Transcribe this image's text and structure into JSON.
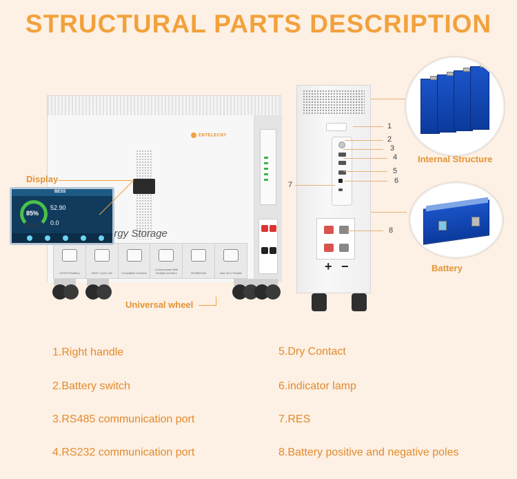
{
  "title": "STRUCTURAL PARTS DESCRIPTION",
  "brand_color": "#f2a13c",
  "product": {
    "logo_text": "ENTELECHY",
    "model_text": "ergy Storage",
    "features": [
      "LiFePO4 Battery",
      "6000+ Cycle Life",
      "Compatible Inverters",
      "Communicate With Multiple Inverters",
      "RS485/CAN",
      "Max 16 in Parallel"
    ]
  },
  "display_panel": {
    "header": "BESS",
    "soc": "85%",
    "voltage": "52.90",
    "current": "0.0"
  },
  "callouts": {
    "display": "Display",
    "universal_wheel": "Universal wheel",
    "internal_structure": "Internal Structure",
    "battery": "Battery"
  },
  "side_numbers": [
    "1",
    "2",
    "3",
    "4",
    "5",
    "6",
    "7",
    "8"
  ],
  "polarity": {
    "plus": "+",
    "minus": "−"
  },
  "parts": [
    {
      "label": "1.Right handle"
    },
    {
      "label": "2.Battery switch"
    },
    {
      "label": "3.RS485 communication port"
    },
    {
      "label": "4.RS232 communication port"
    },
    {
      "label": "5.Dry Contact"
    },
    {
      "label": "6.indicator lamp"
    },
    {
      "label": "7.RES"
    },
    {
      "label": "8.Battery positive and negative poles"
    }
  ]
}
